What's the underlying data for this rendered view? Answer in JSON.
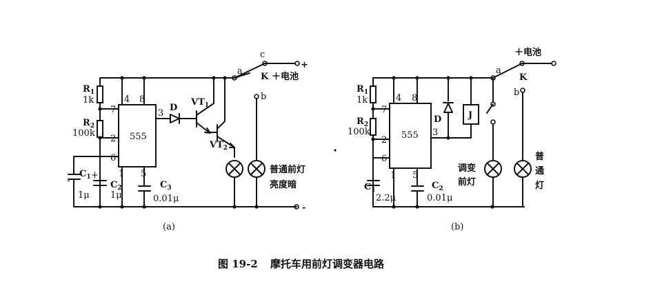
{
  "circuit_a": {
    "label": "(a)",
    "ic": "555",
    "pins": {
      "p4": "4",
      "p8": "8",
      "p7": "7",
      "p3": "3",
      "p2": "2",
      "p6": "6",
      "p1": "1",
      "p5": "5"
    },
    "r1": "R",
    "r1_sub": "1",
    "r1_val": "1k",
    "r2": "R",
    "r2_sub": "2",
    "r2_val": "100k",
    "c1": "C",
    "c1_sub": "1",
    "c1_val": "1μ",
    "c2": "C",
    "c2_sub": "2",
    "c2_val": "1μ",
    "c3": "C",
    "c3_sub": "3",
    "c3_val": "0.01μ",
    "diode": "D",
    "vt1": "VT",
    "vt1_sub": "1",
    "vt2": "VT",
    "vt2_sub": "2",
    "switch": "K",
    "node_a": "a",
    "node_b": "b",
    "node_c": "c",
    "battery": "＋电池",
    "plus": "+",
    "minus": "-",
    "lamp_line1": "普通前灯",
    "lamp_line2": "亮度暗"
  },
  "circuit_b": {
    "label": "(b)",
    "ic": "555",
    "pins": {
      "p4": "4",
      "p8": "8",
      "p7": "7",
      "p3": "3",
      "p2": "2",
      "p6": "6",
      "p1": "1",
      "p5": "5"
    },
    "r1": "R",
    "r1_sub": "1",
    "r1_val": "1k",
    "r2": "R",
    "r2_sub": "2",
    "r2_val": "100k",
    "c1": "C",
    "c1_sub": "1",
    "c1_val": "2.2μ",
    "c2": "C",
    "c2_sub": "2",
    "c2_val": "0.01μ",
    "diode": "D",
    "relay": "J",
    "switch": "K",
    "node_a": "a",
    "node_b": "b",
    "battery": "＋电池",
    "lamp1_line1": "调变",
    "lamp1_line2": "前灯",
    "lamp2_line1": "普",
    "lamp2_line2": "通",
    "lamp2_line3": "灯"
  },
  "caption": {
    "number": "图 19-2",
    "title": "摩托车用前灯调变器电路"
  }
}
